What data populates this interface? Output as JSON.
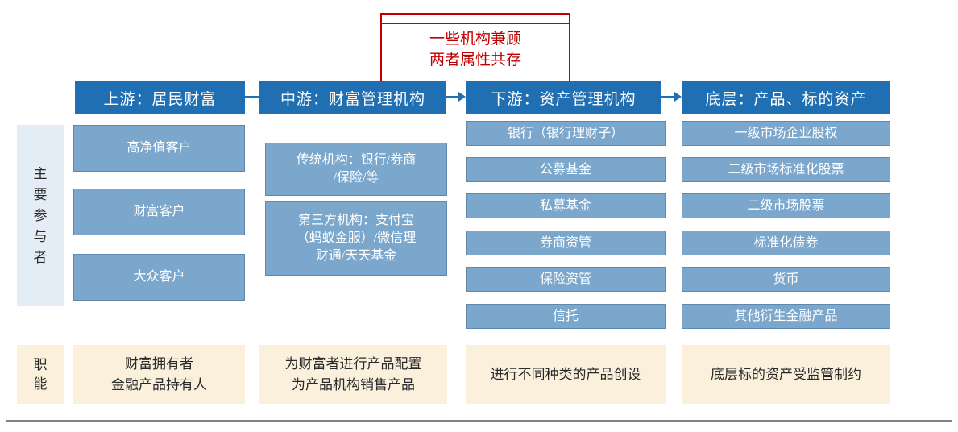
{
  "callout": {
    "text": "一些机构兼顾\n两者属性共存",
    "color": "#C00000"
  },
  "colors": {
    "header_fill": "#1F6FB2",
    "item_fill": "#7BA7CC",
    "item_border": "#5E88AE",
    "rail_fill": "#E4ECF5",
    "beige_fill": "#FAF0DC",
    "callout_red": "#C00000",
    "rule_gray": "#808080"
  },
  "row_labels": {
    "participants": "主\n要\n参\n与\n者",
    "functions": "职\n能"
  },
  "stages": [
    {
      "id": "upstream",
      "header": "上游：居民财富",
      "items": [
        "高净值客户",
        "财富客户",
        "大众客户"
      ],
      "function": "财富拥有者\n金融产品持有人"
    },
    {
      "id": "midstream",
      "header": "中游：财富管理机构",
      "items": [
        "传统机构：银行/券商\n/保险/等",
        "第三方机构：支付宝\n（蚂蚁金服）/微信理\n财通/天天基金"
      ],
      "function": "为财富者进行产品配置\n为产品机构销售产品"
    },
    {
      "id": "downstream",
      "header": "下游：资产管理机构",
      "items": [
        "银行（银行理财子）",
        "公募基金",
        "私募基金",
        "券商资管",
        "保险资管",
        "信托"
      ],
      "function": "进行不同种类的产品创设"
    },
    {
      "id": "underlying",
      "header": "底层：产品、标的资产",
      "items": [
        "一级市场企业股权",
        "二级市场标准化股票",
        "二级市场股票",
        "标准化债券",
        "货币",
        "其他衍生金融产品"
      ],
      "function": "底层标的资产受监管制约"
    }
  ],
  "connectors": [
    {
      "id": "upstream-to-midstream",
      "arrow": false
    },
    {
      "id": "midstream-to-downstream",
      "arrow": true
    },
    {
      "id": "downstream-to-underlying",
      "arrow": true
    }
  ]
}
